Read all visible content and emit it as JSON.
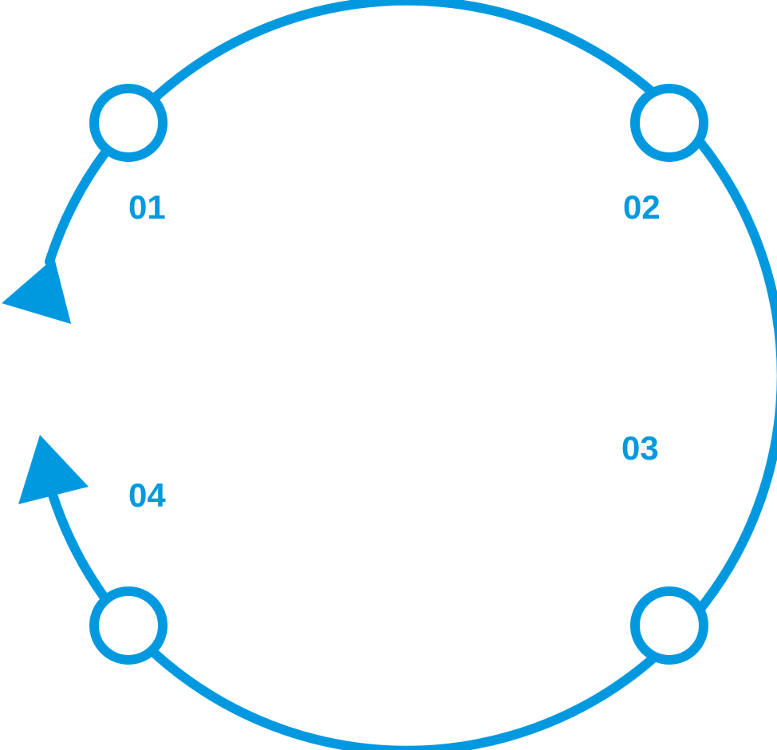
{
  "colors": {
    "accent": "#0099e0",
    "background": "#ffffff"
  },
  "steps": [
    {
      "label": "01"
    },
    {
      "label": "02"
    },
    {
      "label": "03"
    },
    {
      "label": "04"
    }
  ]
}
